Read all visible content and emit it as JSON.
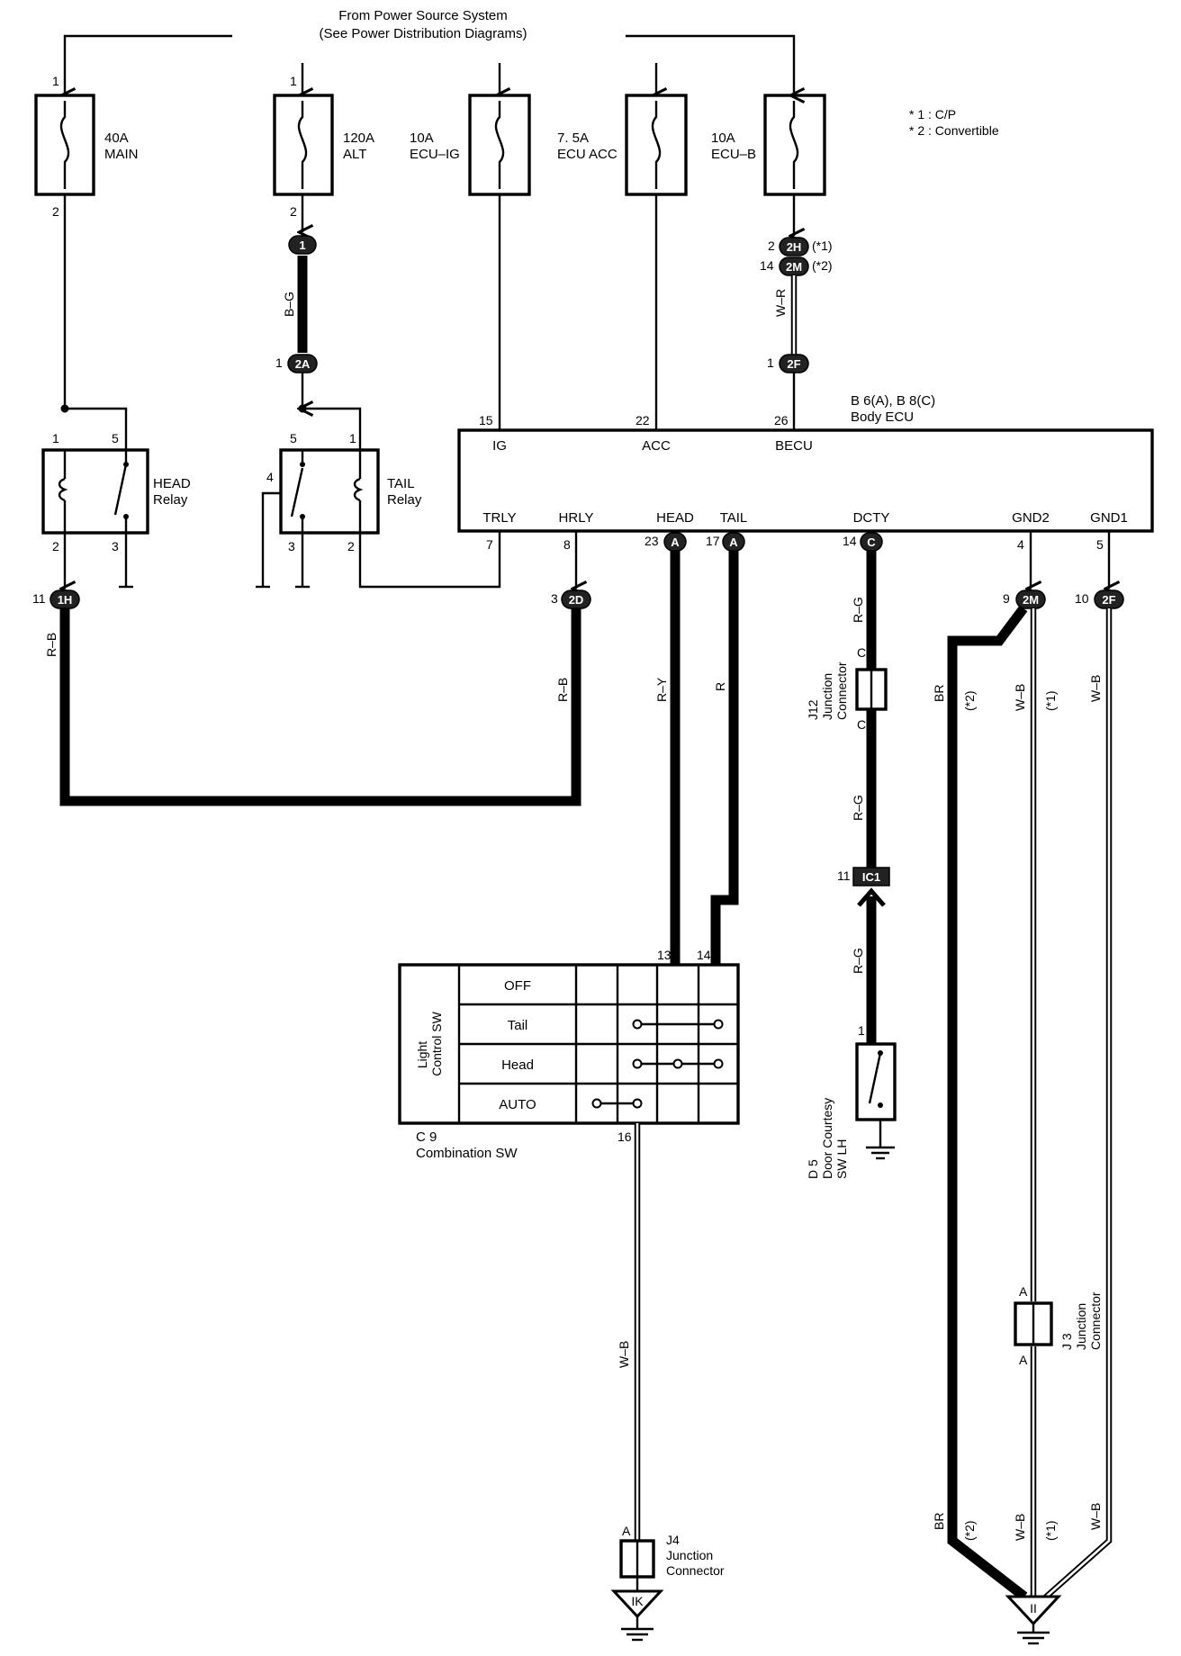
{
  "header": {
    "line1": "From Power Source System",
    "line2": "(See Power Distribution Diagrams)"
  },
  "notes": [
    "* 1 : C/P",
    "* 2 : Convertible"
  ],
  "fuses": [
    {
      "id": "main",
      "line1": "40A",
      "line2": "MAIN",
      "pin_top": "1",
      "pin_bottom": "2"
    },
    {
      "id": "alt",
      "line1": "120A",
      "line2": "ALT",
      "pin_top": "1",
      "pin_bottom": "2"
    },
    {
      "id": "ecu-ig",
      "line1": "10A",
      "line2": "ECU–IG"
    },
    {
      "id": "ecu-acc",
      "line1": "7. 5A",
      "line2": "ECU ACC"
    },
    {
      "id": "ecu-b",
      "line1": "10A",
      "line2": "ECU–B"
    }
  ],
  "connectors": {
    "c1": {
      "label": "1"
    },
    "c2a": {
      "label": "2A",
      "pin": "1"
    },
    "c2h": {
      "label": "2H",
      "pin": "2",
      "note": "(*1)"
    },
    "c2m_top": {
      "label": "2M",
      "pin": "14",
      "note": "(*2)"
    },
    "c2f_top": {
      "label": "2F",
      "pin": "1"
    },
    "c1h": {
      "label": "1H",
      "pin": "11"
    },
    "c2d": {
      "label": "2D",
      "pin": "3"
    },
    "ca23": {
      "label": "A",
      "pin": "23"
    },
    "ca17": {
      "label": "A",
      "pin": "17"
    },
    "cc14": {
      "label": "C",
      "pin": "14"
    },
    "c2m": {
      "label": "2M",
      "pin": "9"
    },
    "c2f": {
      "label": "2F",
      "pin": "10"
    },
    "cic1": {
      "label": "IC1",
      "pin": "11"
    }
  },
  "relays": {
    "head": {
      "line1": "HEAD",
      "line2": "Relay",
      "pins": [
        "1",
        "5",
        "2",
        "3"
      ]
    },
    "tail": {
      "line1": "TAIL",
      "line2": "Relay",
      "pins": [
        "5",
        "1",
        "4",
        "3",
        "2"
      ]
    }
  },
  "ecu": {
    "code": "B 6(A), B 8(C)",
    "name": "Body ECU",
    "top_pins": [
      {
        "num": "15",
        "name": "IG"
      },
      {
        "num": "22",
        "name": "ACC"
      },
      {
        "num": "26",
        "name": "BECU"
      }
    ],
    "bottom_pins": [
      {
        "num": "7",
        "name": "TRLY"
      },
      {
        "num": "8",
        "name": "HRLY"
      },
      {
        "num": "",
        "name": "HEAD"
      },
      {
        "num": "",
        "name": "TAIL"
      },
      {
        "num": "",
        "name": "DCTY"
      },
      {
        "num": "4",
        "name": "GND2"
      },
      {
        "num": "5",
        "name": "GND1"
      }
    ]
  },
  "wires": {
    "bg": "B–G",
    "wr": "W–R",
    "rb_left": "R–B",
    "rb_right": "R–B",
    "ry": "R–Y",
    "r": "R",
    "rg1": "R–G",
    "rg2": "R–G",
    "rg3": "R–G",
    "br_top": "BR",
    "wb_top": "W–B",
    "wb2_top": "W–B",
    "n2_top": "(*2)",
    "n1_top": "(*1)",
    "wb_left": "W–B",
    "br_bot": "BR",
    "wb_bot": "W–B",
    "wb2_bot": "W–B",
    "n2_bot": "(*2)",
    "n1_bot": "(*1)"
  },
  "junctions": {
    "j12": {
      "code": "J12",
      "line1": "Junction",
      "line2": "Connector",
      "pin_top": "C",
      "pin_bottom": "C"
    },
    "j3": {
      "code": "J 3",
      "line1": "Junction",
      "line2": "Connector",
      "pin_top": "A",
      "pin_bottom": "A"
    },
    "j4": {
      "code": "J4",
      "line1": "Junction",
      "line2": "Connector",
      "pin_top": "A"
    }
  },
  "switch": {
    "title1": "Light",
    "title2": "Control SW",
    "rows": [
      "OFF",
      "Tail",
      "Head",
      "AUTO"
    ],
    "pin_13": "13",
    "pin_14": "14",
    "pin_16": "16",
    "code": "C 9",
    "name": "Combination SW"
  },
  "door_sw": {
    "pin": "1",
    "code": "D 5",
    "line1": "Door Courtesy",
    "line2": "SW LH"
  },
  "grounds": {
    "ik": "IK",
    "ii": "II"
  }
}
